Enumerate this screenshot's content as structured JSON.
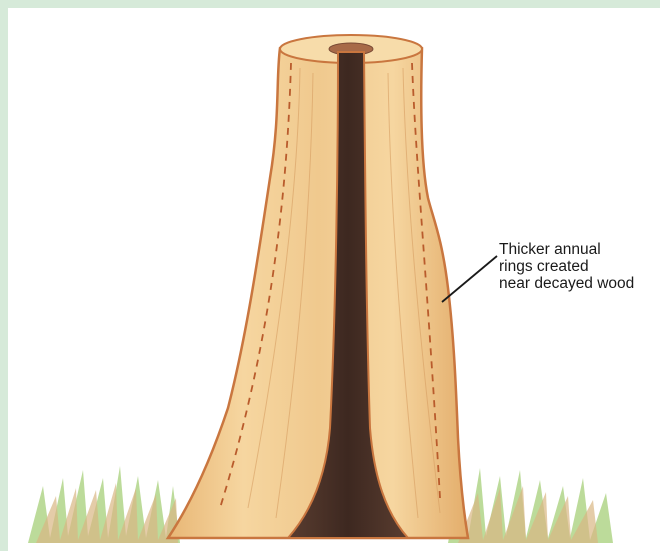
{
  "callout": {
    "lines": [
      "Thicker annual",
      "rings created",
      "near decayed wood"
    ]
  },
  "colors": {
    "border": "#d6ead9",
    "wood_light": "#f2cf95",
    "wood_mid": "#e8b675",
    "bark_edge": "#c9763f",
    "decay_core": "#4a3228",
    "grass": "#8fbf5a"
  }
}
